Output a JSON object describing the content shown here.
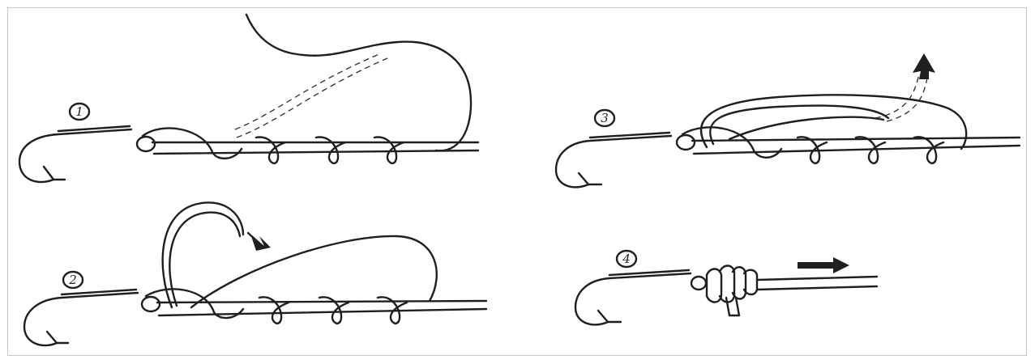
{
  "steps": [
    {
      "number": "1"
    },
    {
      "number": "2"
    },
    {
      "number": "3"
    },
    {
      "number": "4"
    }
  ],
  "colors": {
    "ink": "#1f1f1f",
    "paper": "#ffffff",
    "frame": "#c8c8c8"
  }
}
